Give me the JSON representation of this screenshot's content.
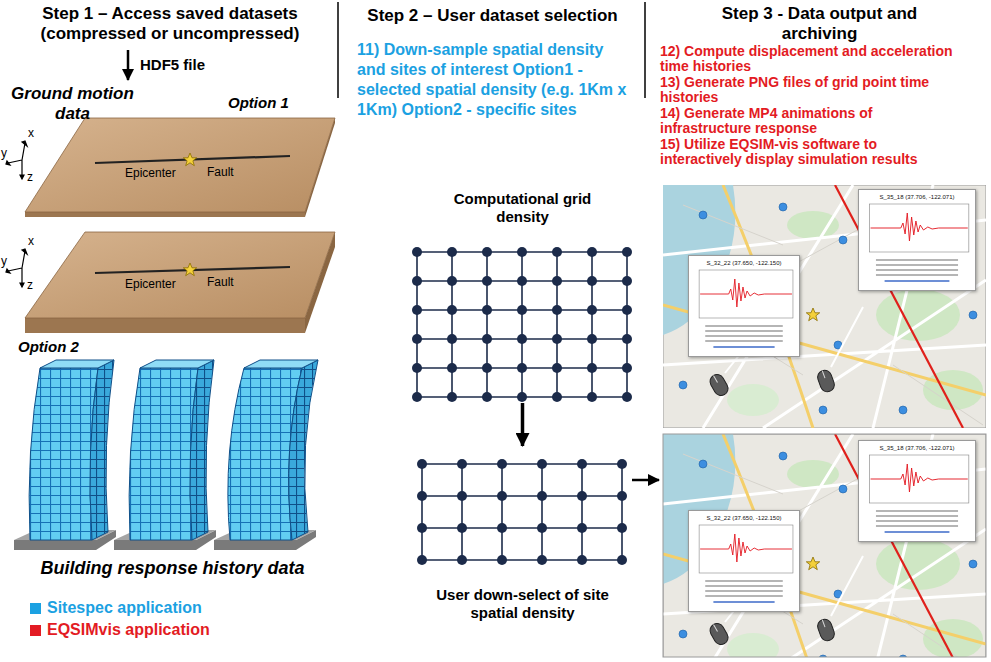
{
  "diagram": {
    "nodes": [
      {
        "text": [
          "Computational grid density"
        ]
      },
      {
        "text": [
          "User down-select of site spatial density"
        ]
      },
      {
        "text": [
          "S_35_18 (37.706, -122.071)"
        ]
      },
      {
        "text": [
          "S_32_22 (37.650, -122.150)"
        ]
      },
      {
        "text": [
          "S_35_18 (37.706, -122.071)"
        ]
      },
      {
        "text": [
          "S_32_22 (37.650, -122.150)"
        ]
      }
    ],
    "edges": [
      {
        "from": 0,
        "to": 1,
        "arrow": "to"
      }
    ],
    "labels": [
      "Step 1 – Access saved datasets (compressed or uncompressed)",
      "HDF5 file",
      "Ground motion data",
      "Option 1",
      "x",
      "y",
      "z",
      "Epicenter",
      "Fault",
      "x",
      "y",
      "z",
      "Epicenter",
      "Fault",
      "Option 2",
      "Building response history data",
      "Step 2 – User dataset selection",
      "11) Down-sample spatial density and sites of interest Option1 - selected spatial density (e.g. 1Km x 1Km) Option2 - specific sites",
      "Step 3 - Data output and archiving",
      "12) Compute displacement and acceleration time histories",
      "13) Generate PNG files of grid point time histories",
      "14) Generate MP4 animations of infrastructure response",
      "15) Utilize EQSIM-vis software to interactively display simulation results"
    ],
    "legend": [
      {
        "text": "Sitespec application",
        "color": "#1ba1e2"
      },
      {
        "text": "EQSIMvis application",
        "color": "#e31b23"
      }
    ]
  }
}
